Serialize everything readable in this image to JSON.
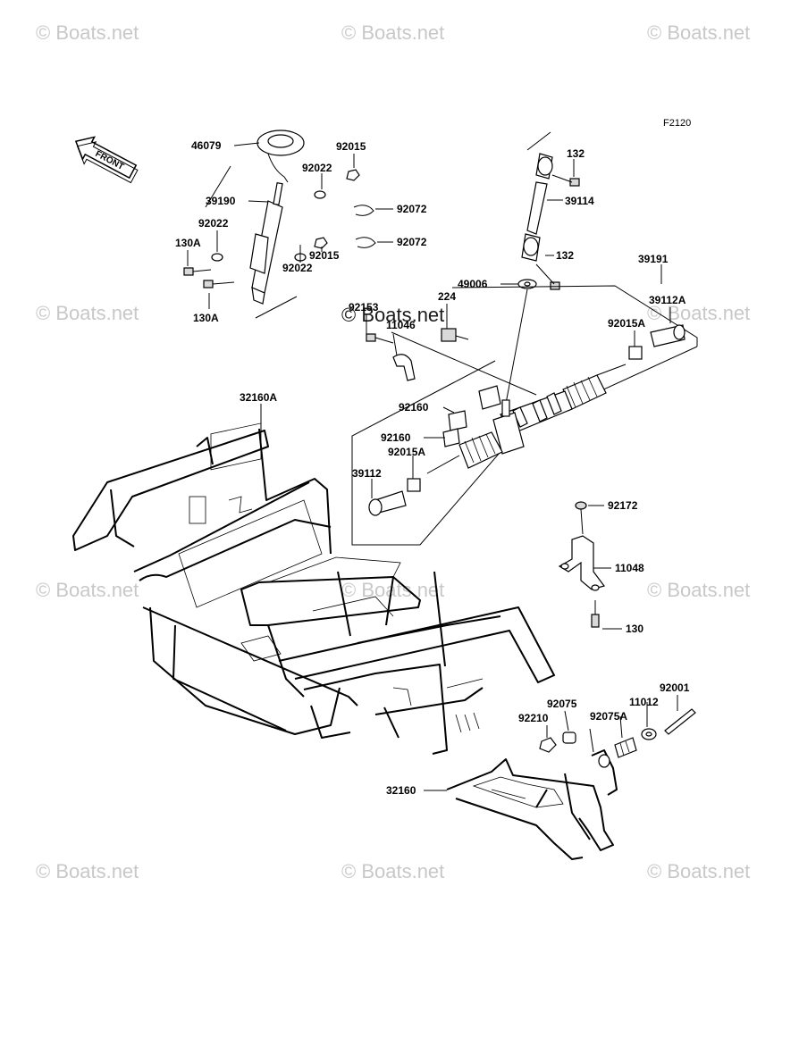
{
  "watermarks": [
    "© Boats.net",
    "© Boats.net",
    "© Boats.net",
    "© Boats.net",
    "© Boats.net",
    "© Boats.net",
    "© Boats.net",
    "© Boats.net",
    "© Boats.net",
    "© Boats.net",
    "© Boats.net",
    "© Boats.net"
  ],
  "center_watermark": "© Boats.net",
  "figure_code": "F2120",
  "front_arrow": "FRONT",
  "labels": {
    "p46079": "46079",
    "p92015a": "92015",
    "p92022a": "92022",
    "p39190": "39190",
    "p92072a": "92072",
    "p92022b": "92022",
    "p130a1": "130A",
    "p92022c": "92022",
    "p92015b": "92015",
    "p92072b": "92072",
    "p130a2": "130A",
    "p132a": "132",
    "p39114": "39114",
    "p132b": "132",
    "p49006": "49006",
    "p39191": "39191",
    "p224": "224",
    "p92153": "92153",
    "p11046": "11046",
    "p39112a": "39112A",
    "p92015A1": "92015A",
    "p32160a": "32160A",
    "p92160a": "92160",
    "p92160b": "92160",
    "p92015A2": "92015A",
    "p39112": "39112",
    "p92172": "92172",
    "p11048": "11048",
    "p130": "130",
    "p92001": "92001",
    "p92075": "92075",
    "p11012": "11012",
    "p92210": "92210",
    "p92075a": "92075A",
    "p32160": "32160"
  }
}
